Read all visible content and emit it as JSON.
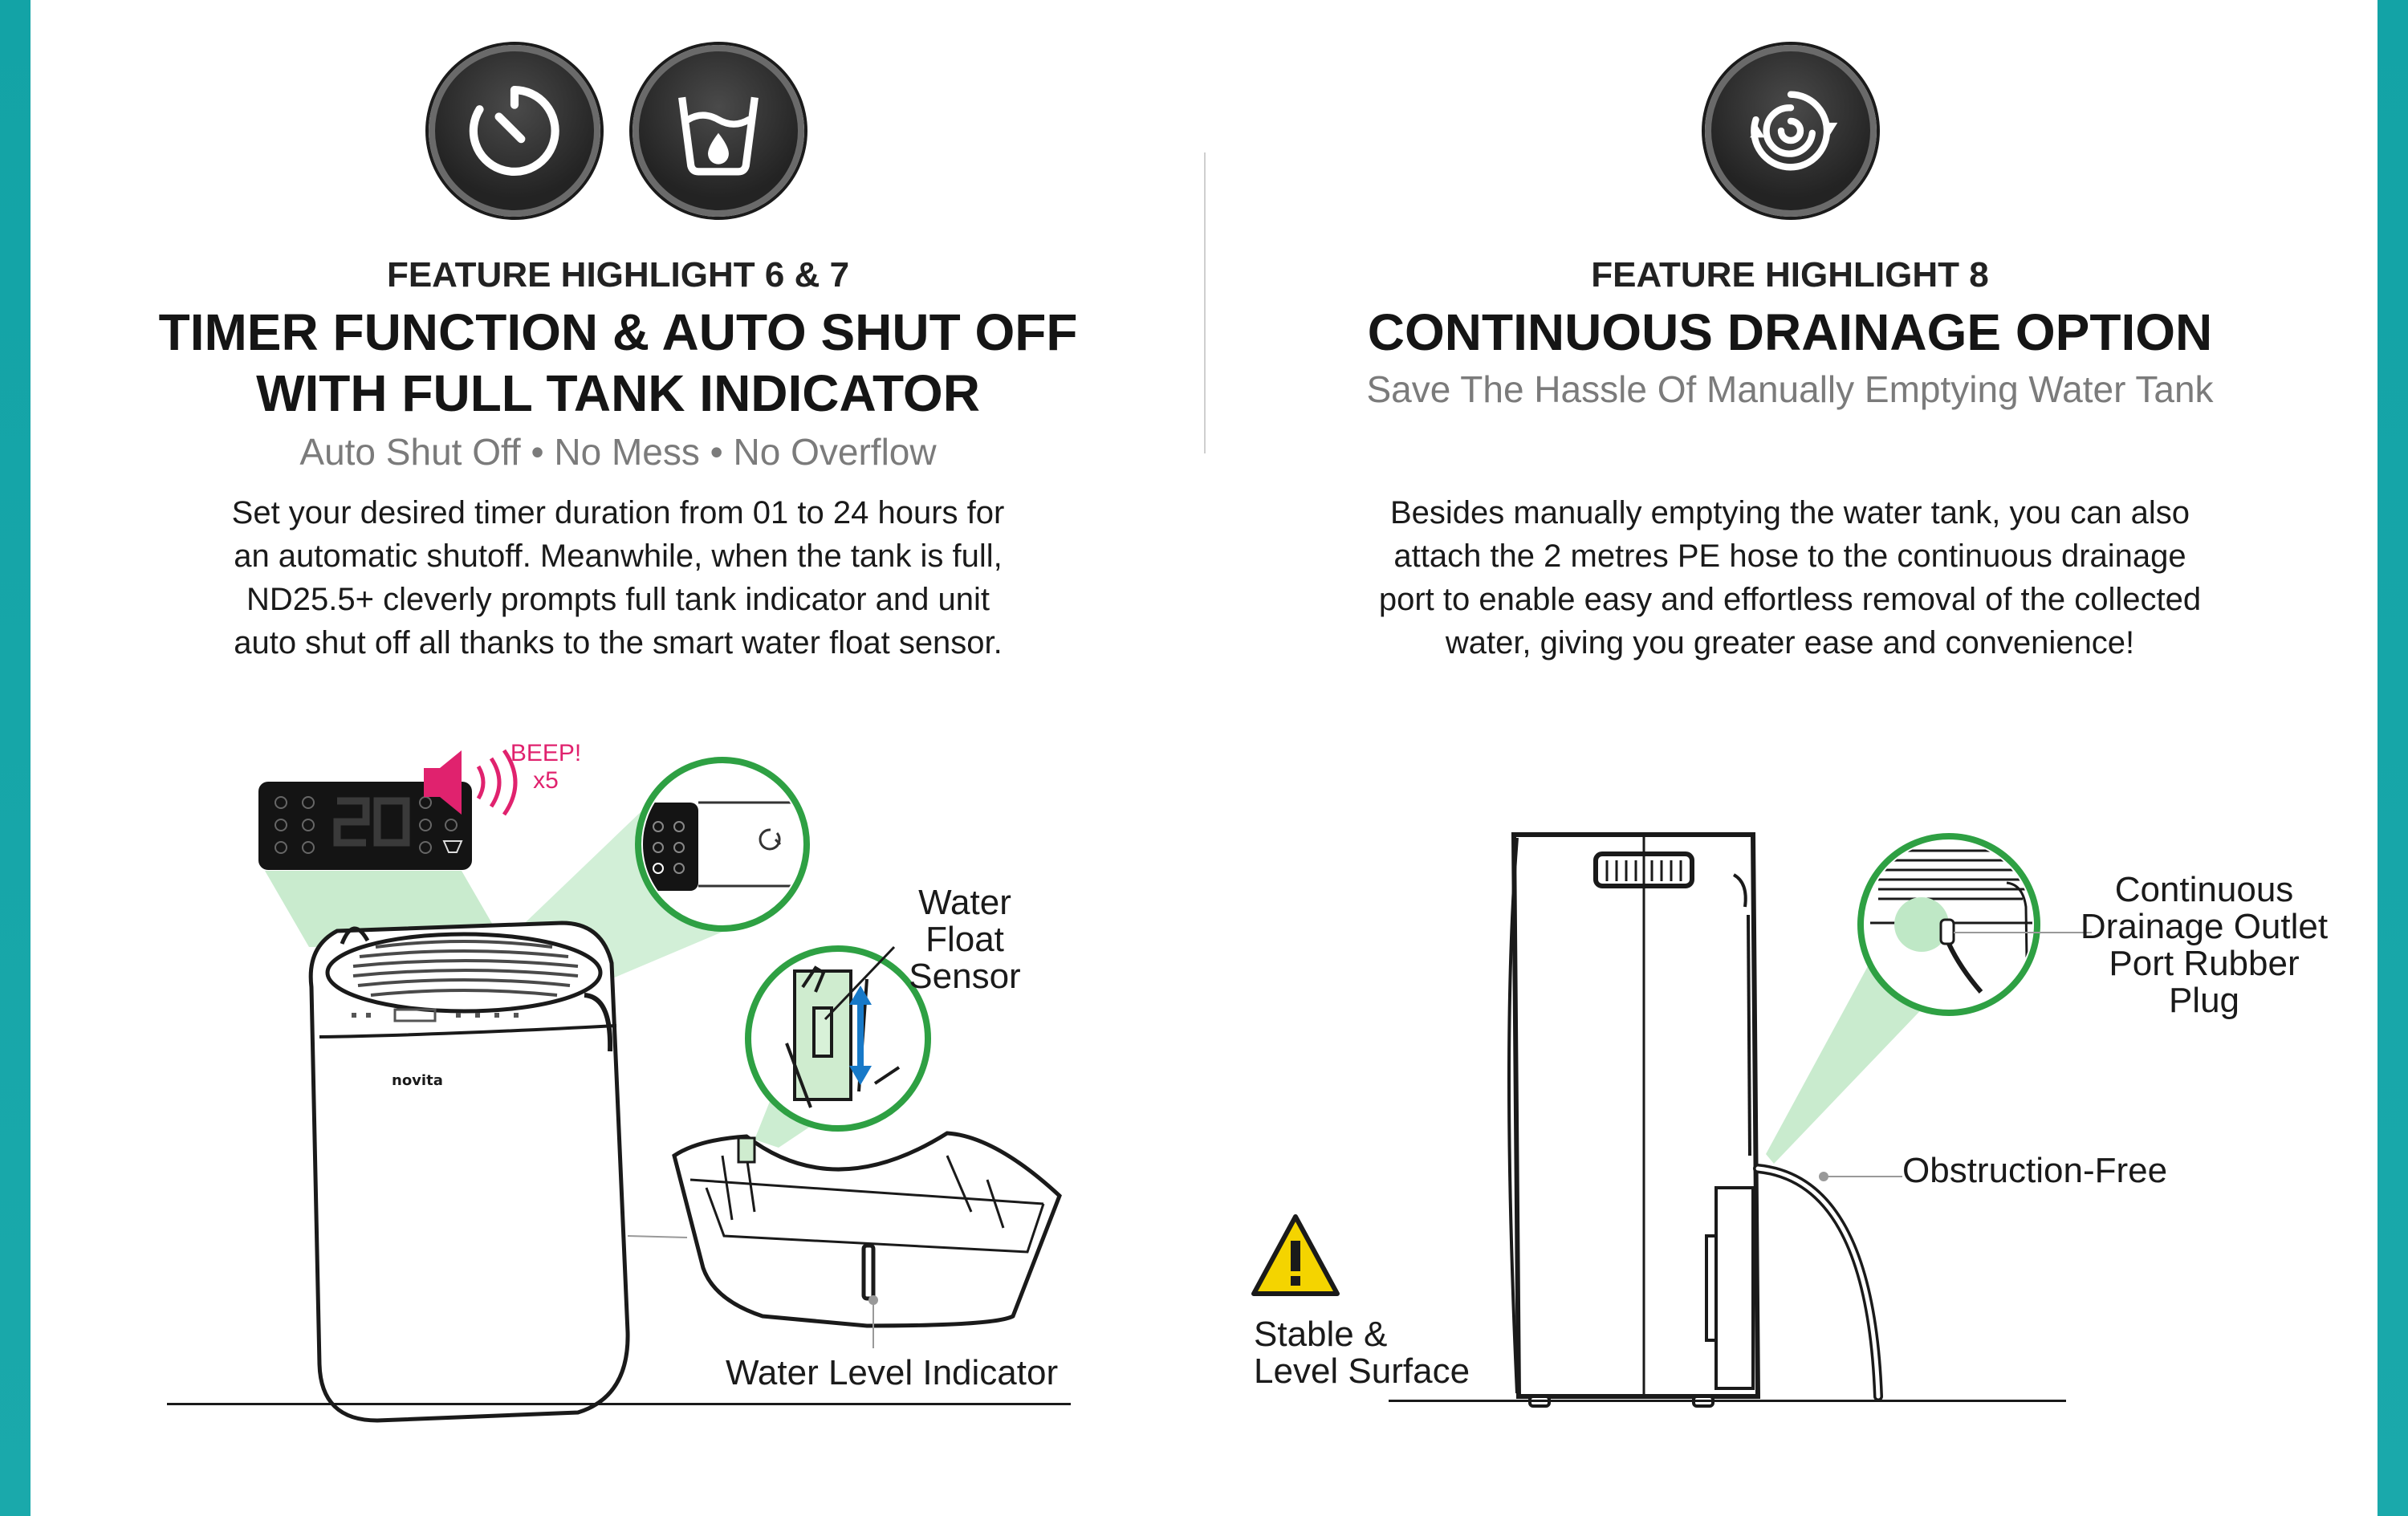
{
  "colors": {
    "accent_teal": "#13a3a6",
    "highlight_green": "#2ea043",
    "beep_pink": "#e0226e",
    "water_blue": "#1779c8",
    "warning_yellow": "#f4d400"
  },
  "left": {
    "icons": [
      "timer-icon",
      "water-tank-icon"
    ],
    "kicker": "FEATURE HIGHLIGHT 6 & 7",
    "title_line1": "TIMER FUNCTION & AUTO SHUT OFF",
    "title_line2": "WITH FULL TANK INDICATOR",
    "subtitle": "Auto Shut Off • No Mess • No Overflow",
    "body": [
      "Set your desired timer duration from 01 to 24 hours for",
      "an automatic shutoff. Meanwhile, when the tank is full,",
      "ND25.5+ cleverly prompts full tank indicator and unit",
      "auto shut off all thanks to the smart water float sensor."
    ],
    "beep_line1": "BEEP!",
    "beep_line2": "x5",
    "brand": "novita",
    "label_float_line1": "Water Float",
    "label_float_line2": "Sensor",
    "label_level": "Water Level Indicator"
  },
  "right": {
    "icons": [
      "drainage-hose-icon"
    ],
    "kicker": "FEATURE HIGHLIGHT 8",
    "title": "CONTINUOUS DRAINAGE OPTION",
    "subtitle": "Save The Hassle Of Manually Emptying Water Tank",
    "body": [
      "Besides manually emptying the water tank, you can also",
      "attach the 2 metres PE hose to the continuous drainage",
      "port to enable easy and effortless removal of the collected",
      "water, giving you greater ease and convenience!"
    ],
    "label_outlet": [
      "Continuous",
      "Drainage Outlet",
      "Port Rubber Plug"
    ],
    "label_obstruction": "Obstruction-Free",
    "label_surface_line1": "Stable &",
    "label_surface_line2": "Level Surface"
  }
}
